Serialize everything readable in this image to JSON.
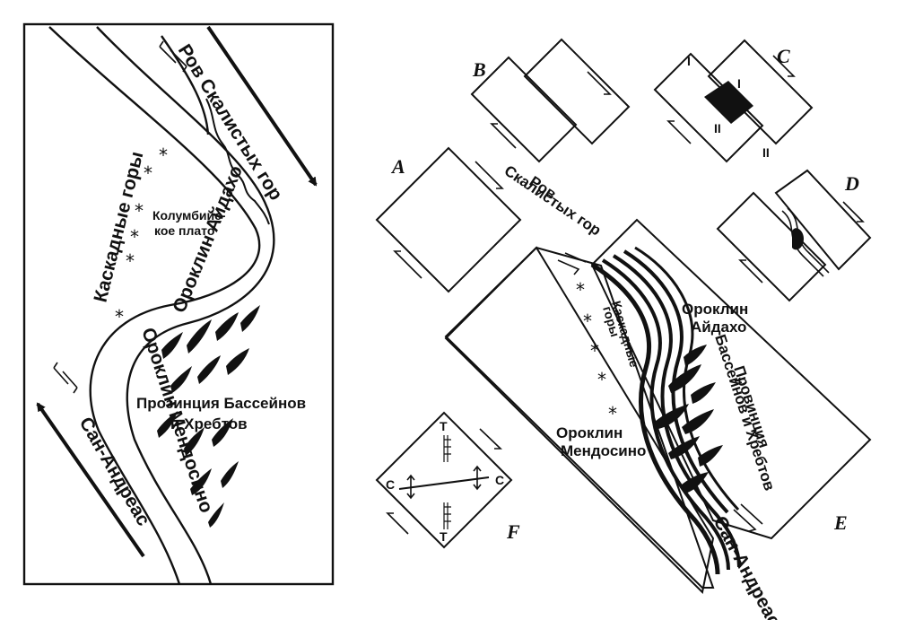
{
  "left_map": {
    "trench": "Ров Скалистых гор",
    "cascades": "Каскадные горы",
    "columbia_plateau_line1": "Колумбийс-",
    "columbia_plateau_line2": "кое плато",
    "idaho": "Ороклин Айдахо",
    "idaho_top": "Айдахо",
    "mendocino": "Ороклин Мендосино",
    "basin_range_line1": "Прозинция Бассейнов",
    "basin_range_line2": "и Хребтов",
    "san_andreas": "Сан-Андреас"
  },
  "panels": {
    "A": "A",
    "B": "B",
    "C": "C",
    "D": "D",
    "E": "E",
    "F": "F",
    "roman_1": "I",
    "roman_2": "II",
    "f_t": "T",
    "f_c": "C"
  },
  "right_map": {
    "trench_line1": "Ров",
    "trench_line2": "Скалистых гор",
    "cascades_line1": "Каскадные",
    "cascades_line2": "горы",
    "idaho_line1": "Ороклин",
    "idaho_line2": "Айдахо",
    "basin_line1": "Провинция",
    "basin_line2": "Бассейнов и Хребтов",
    "mendocino_line1": "Ороклин",
    "mendocino_line2": "Мендосино",
    "san_andreas": "Сан-Андреас"
  },
  "icons": {
    "volcano": "volcano-star-icon"
  }
}
